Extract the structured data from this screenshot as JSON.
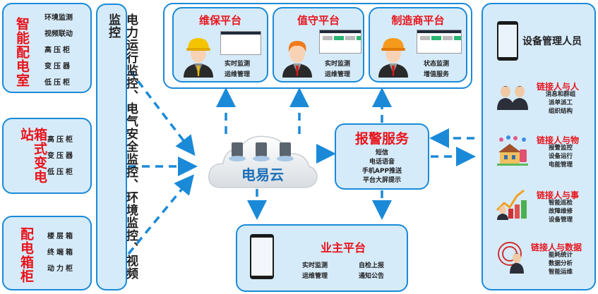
{
  "left_boxes": [
    {
      "title": "智能配电室",
      "items": [
        "环境监测",
        "视频联动",
        "高压柜",
        "变压器",
        "低压柜"
      ]
    },
    {
      "title": "箱式变电站",
      "items": [
        "高压柜",
        "变压器",
        "低压柜"
      ]
    },
    {
      "title": "配电箱柜",
      "items": [
        "楼层箱",
        "终端箱",
        "动力柜"
      ]
    }
  ],
  "monitoring_bar": {
    "text": "电力运行监控、电气安全监控、环境监控、视频监控"
  },
  "top_platforms": [
    {
      "title": "维保平台",
      "items": [
        "实时监测",
        "运维管理"
      ],
      "person": "helmet-yellow"
    },
    {
      "title": "值守平台",
      "items": [
        "实时监测",
        "运维管理"
      ],
      "person": "office-worker"
    },
    {
      "title": "制造商平台",
      "items": [
        "状态监测",
        "增值服务"
      ],
      "person": "helmet-orange"
    }
  ],
  "cloud": {
    "label": "电易云",
    "icon": "server-icon"
  },
  "alarm_service": {
    "title": "报警服务",
    "items": [
      "短信",
      "电话语音",
      "手机APP推送",
      "平台大屏提示"
    ]
  },
  "owner_platform": {
    "title": "业主平台",
    "items_left": [
      "实时监测",
      "运维管理"
    ],
    "items_right": [
      "自检上报",
      "通知公告"
    ]
  },
  "device_managers": {
    "title": "设备管理人员",
    "sections": [
      {
        "title": "链接人与人",
        "items": [
          "消息和群组",
          "派单派工",
          "组织结构"
        ],
        "icon": "people-icon"
      },
      {
        "title": "链接人与物",
        "items": [
          "报警监控",
          "设备运行",
          "电能管理"
        ],
        "icon": "smart-home-icon"
      },
      {
        "title": "链接人与事",
        "items": [
          "智能巡检",
          "故障维修",
          "设备管理"
        ],
        "icon": "growth-chart-icon"
      },
      {
        "title": "链接人与数据",
        "items": [
          "能耗统计",
          "数据分析",
          "智能运维"
        ],
        "icon": "target-person-icon"
      }
    ]
  },
  "colors": {
    "accent": "#1a8ad8",
    "box_fill": "#d6ebfa",
    "title_red": "#e8141b",
    "text": "#222222"
  }
}
